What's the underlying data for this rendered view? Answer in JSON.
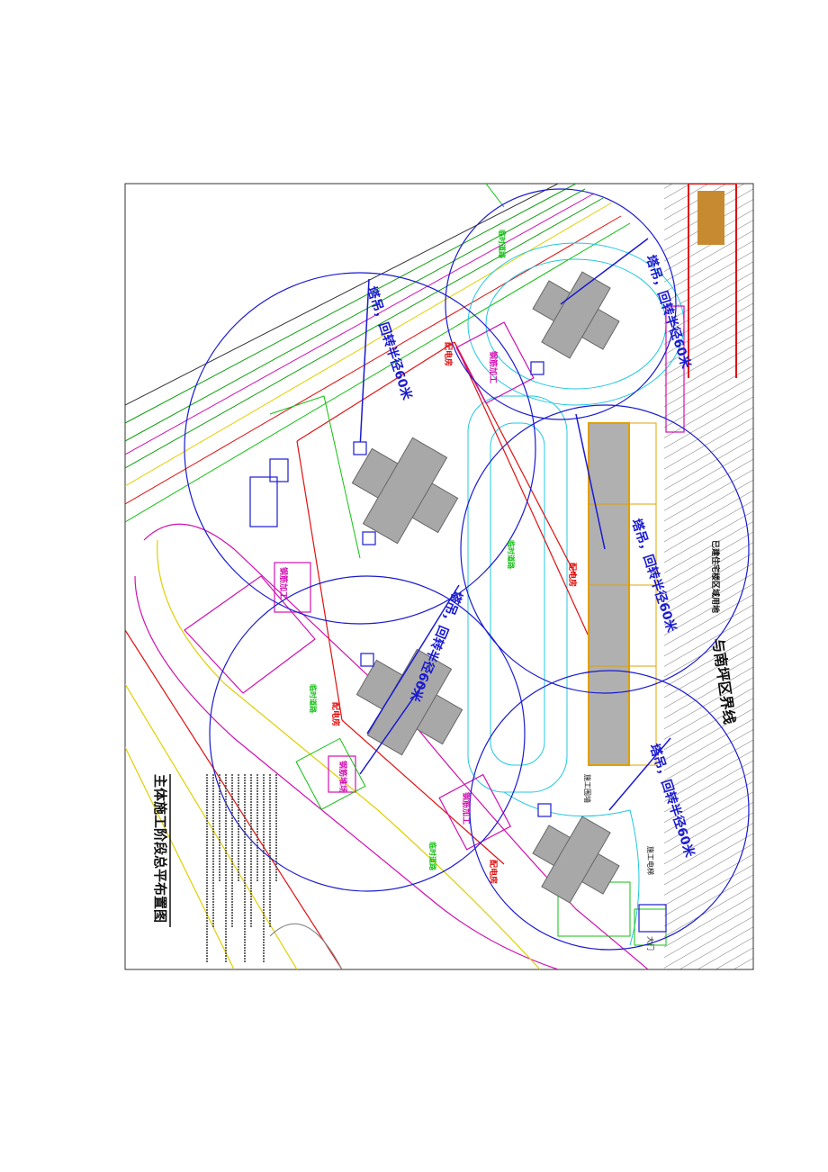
{
  "drawing": {
    "title": "主体施工阶段总平布置图",
    "road_label": "与南坪区界线",
    "adjacent_label": "已建住宅楼区域用地",
    "crane_labels": [
      "塔吊，回转半径60米",
      "塔吊，回转半径60米",
      "塔吊，回转半径60米",
      "塔吊，回转半径60米",
      "塔吊，回转半径60米"
    ],
    "red_labels": [
      "配电房",
      "配电房",
      "配电房",
      "配电房"
    ],
    "magenta_labels": [
      "钢筋加工",
      "钢筋加工",
      "钢筋加工",
      "钢筋堆场"
    ],
    "green_labels": [
      "临时道路",
      "临时道路",
      "临时道路",
      "临时道路"
    ],
    "misc_labels": [
      "施工围墙",
      "大门",
      "施工电梯"
    ],
    "notes_lines": 12
  },
  "colors": {
    "crane": "#1a1ad0",
    "power": "#e01010",
    "fence": "#d010b0",
    "road": "#10c010",
    "cyan": "#20c8e0",
    "yellow": "#e0d000",
    "building": "#a8a8a8"
  }
}
